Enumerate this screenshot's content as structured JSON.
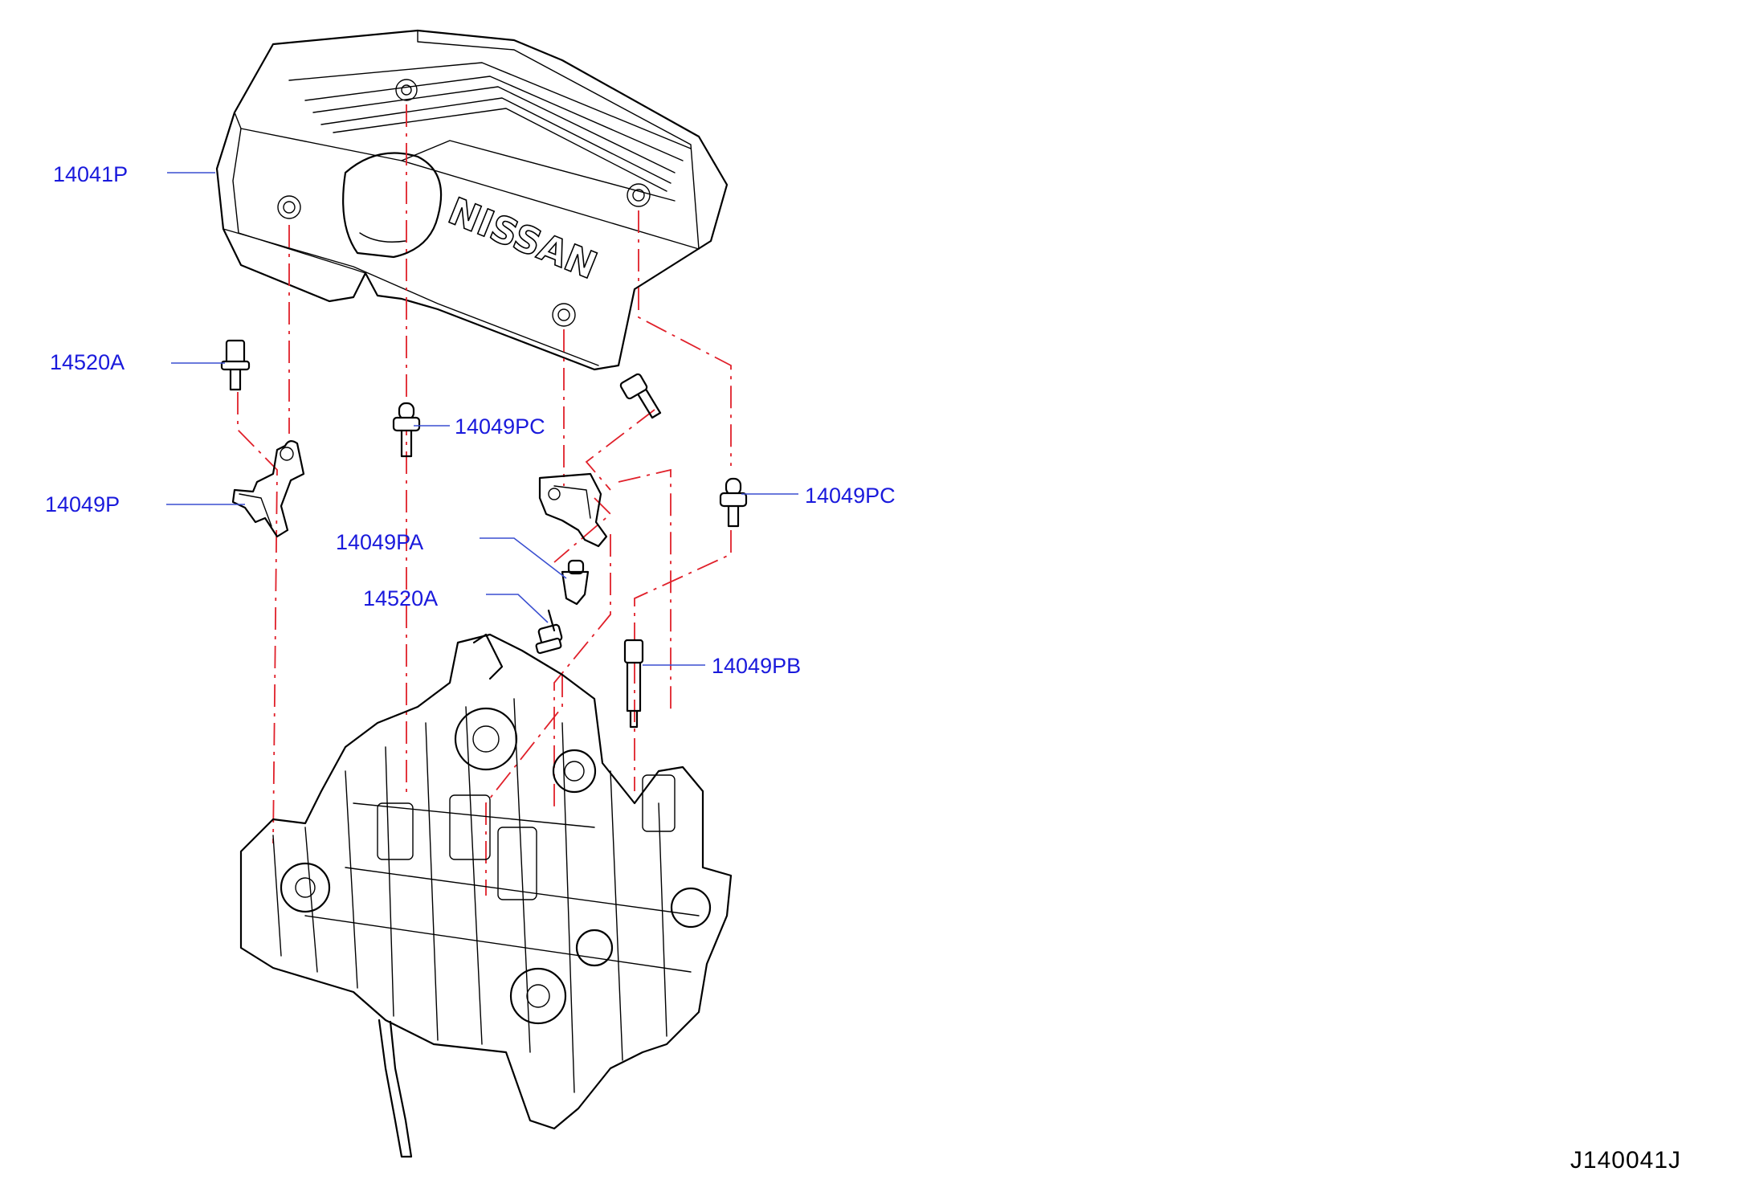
{
  "diagram": {
    "ref_code": "J140041J",
    "emblem_text": "NISSAN",
    "colors": {
      "callout": "#1a1adc",
      "leader": "#3a4fd0",
      "centerline": "#e0202a",
      "linework": "#000000"
    },
    "callouts": [
      {
        "id": "c1",
        "text": "14041P"
      },
      {
        "id": "c2",
        "text": "14520A"
      },
      {
        "id": "c3",
        "text": "14049PC"
      },
      {
        "id": "c4",
        "text": "14049P"
      },
      {
        "id": "c5",
        "text": "14049PA"
      },
      {
        "id": "c6",
        "text": "14520A"
      },
      {
        "id": "c7",
        "text": "14049PC"
      },
      {
        "id": "c8",
        "text": "14049PB"
      }
    ]
  }
}
